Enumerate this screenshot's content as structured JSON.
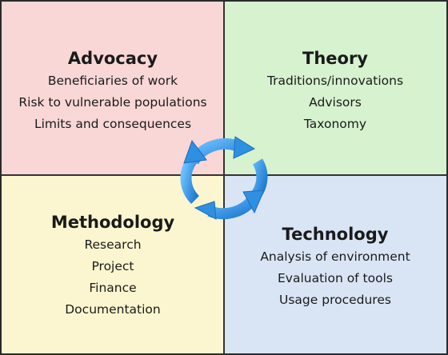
{
  "quadrants": {
    "top_left": {
      "title": "Advocacy",
      "items": [
        "Beneficiaries of work",
        "Risk to vulnerable populations",
        "Limits and consequences"
      ],
      "color": "#f9d7d7"
    },
    "top_right": {
      "title": "Theory",
      "items": [
        "Traditions/innovations",
        "Advisors",
        "Taxonomy"
      ],
      "color": "#d6f2cf"
    },
    "bottom_left": {
      "title": "Methodology",
      "items": [
        "Research",
        "Project",
        "Finance",
        "Documentation"
      ],
      "color": "#fbf6cf"
    },
    "bottom_right": {
      "title": "Technology",
      "items": [
        "Analysis of environment",
        "Evaluation of tools",
        "Usage procedures"
      ],
      "color": "#d9e5f5"
    }
  },
  "cycle_icon": {
    "name": "circular-arrows-icon",
    "color": "#2f8fe0"
  }
}
